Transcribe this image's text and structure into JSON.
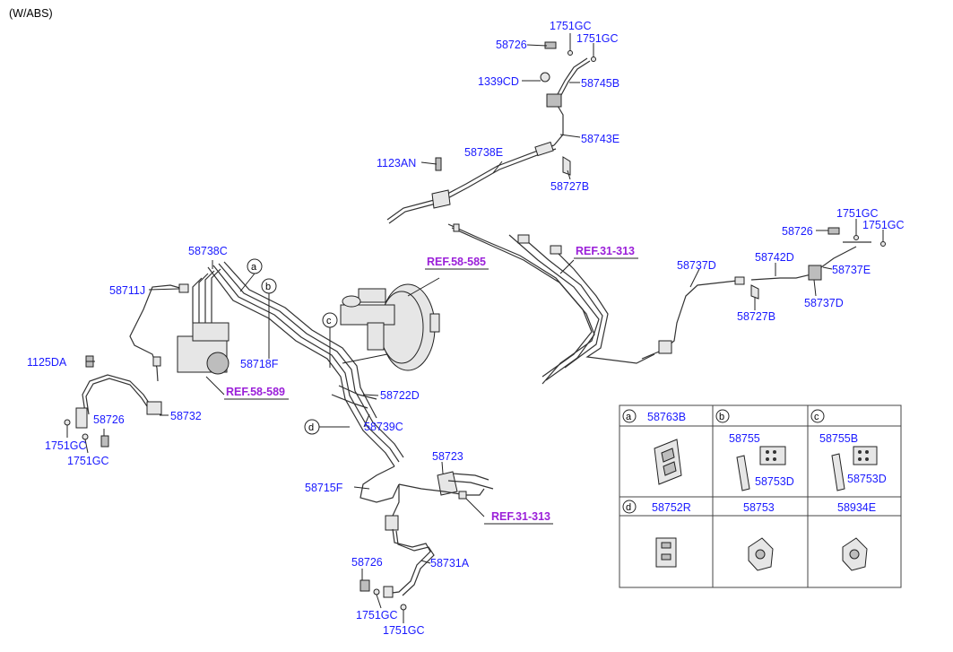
{
  "header": "(W/ABS)",
  "labels": {
    "l_1751gc_top1": "1751GC",
    "l_58726_top": "58726",
    "l_1751gc_top2": "1751GC",
    "l_1339cd": "1339CD",
    "l_58745b": "58745B",
    "l_58743e": "58743E",
    "l_1123an": "1123AN",
    "l_58738e": "58738E",
    "l_58727b_top": "58727B",
    "l_58738c": "58738C",
    "l_58711j": "58711J",
    "l_58718f": "58718F",
    "l_1125da": "1125DA",
    "l_58732": "58732",
    "l_58726_left": "58726",
    "l_1751gc_left1": "1751GC",
    "l_1751gc_left2": "1751GC",
    "l_58722d": "58722D",
    "l_58739c": "58739C",
    "l_58723": "58723",
    "l_58715f": "58715F",
    "l_58731a": "58731A",
    "l_58726_bot": "58726",
    "l_1751gc_bot1": "1751GC",
    "l_1751gc_bot2": "1751GC",
    "l_58737d_mid": "58737D",
    "l_58742d": "58742D",
    "l_58727b_right": "58727B",
    "l_58737d_right": "58737D",
    "l_58737e": "58737E",
    "l_58726_right": "58726",
    "l_1751gc_right1": "1751GC",
    "l_1751gc_right2": "1751GC"
  },
  "refs": {
    "ref_58_585": "REF.58-585",
    "ref_31_313_top": "REF.31-313",
    "ref_58_589": "REF.58-589",
    "ref_31_313_bot": "REF.31-313"
  },
  "callouts": {
    "a": "a",
    "b": "b",
    "c": "c",
    "d": "d"
  },
  "table": {
    "row1": [
      {
        "key": "a",
        "part": "58763B"
      },
      {
        "key": "b",
        "part": ""
      },
      {
        "key": "c",
        "part": ""
      }
    ],
    "b_labels": {
      "p1": "58755",
      "p2": "58753D"
    },
    "c_labels": {
      "p1": "58755B",
      "p2": "58753D"
    },
    "row2": [
      {
        "key": "d",
        "part": "58752R"
      },
      {
        "key": "",
        "part": "58753"
      },
      {
        "key": "",
        "part": "58934E"
      }
    ]
  }
}
